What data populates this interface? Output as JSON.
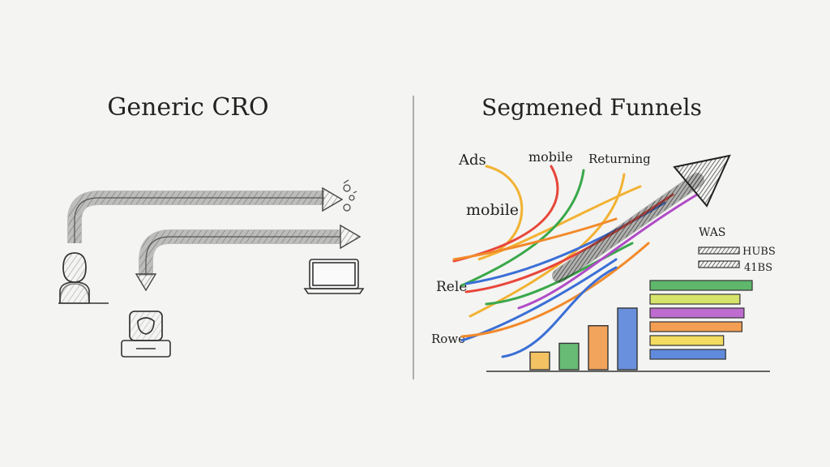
{
  "left_panel": {
    "title": "Generic CRO"
  },
  "right_panel": {
    "title": "Segmened Funnels",
    "labels": {
      "ads": "Ads",
      "mobile_top": "mobile",
      "returning": "Returning",
      "mobile_side": "mobile",
      "rele": "Rele",
      "rowe": "Rowe"
    },
    "legend": {
      "label_1": "WAS",
      "label_2": "HUBS",
      "label_3": "41BS"
    },
    "stream_colors": [
      "#e8463a",
      "#3b6fd6",
      "#3aa84a",
      "#f2b233",
      "#f28a2a",
      "#e8463a"
    ],
    "bar_chart": {
      "values": [
        2,
        3,
        5,
        7
      ],
      "colors": [
        "#f2b233",
        "#3aa84a",
        "#f28a2a",
        "#3b6fd6"
      ]
    },
    "horizontal_bars": {
      "values": [
        1.0,
        0.88,
        0.92,
        0.9,
        0.72,
        0.74
      ],
      "colors": [
        "#3aa84a",
        "#cfe04a",
        "#b04ac7",
        "#f28a2a",
        "#f2d63a",
        "#3b6fd6"
      ]
    }
  }
}
